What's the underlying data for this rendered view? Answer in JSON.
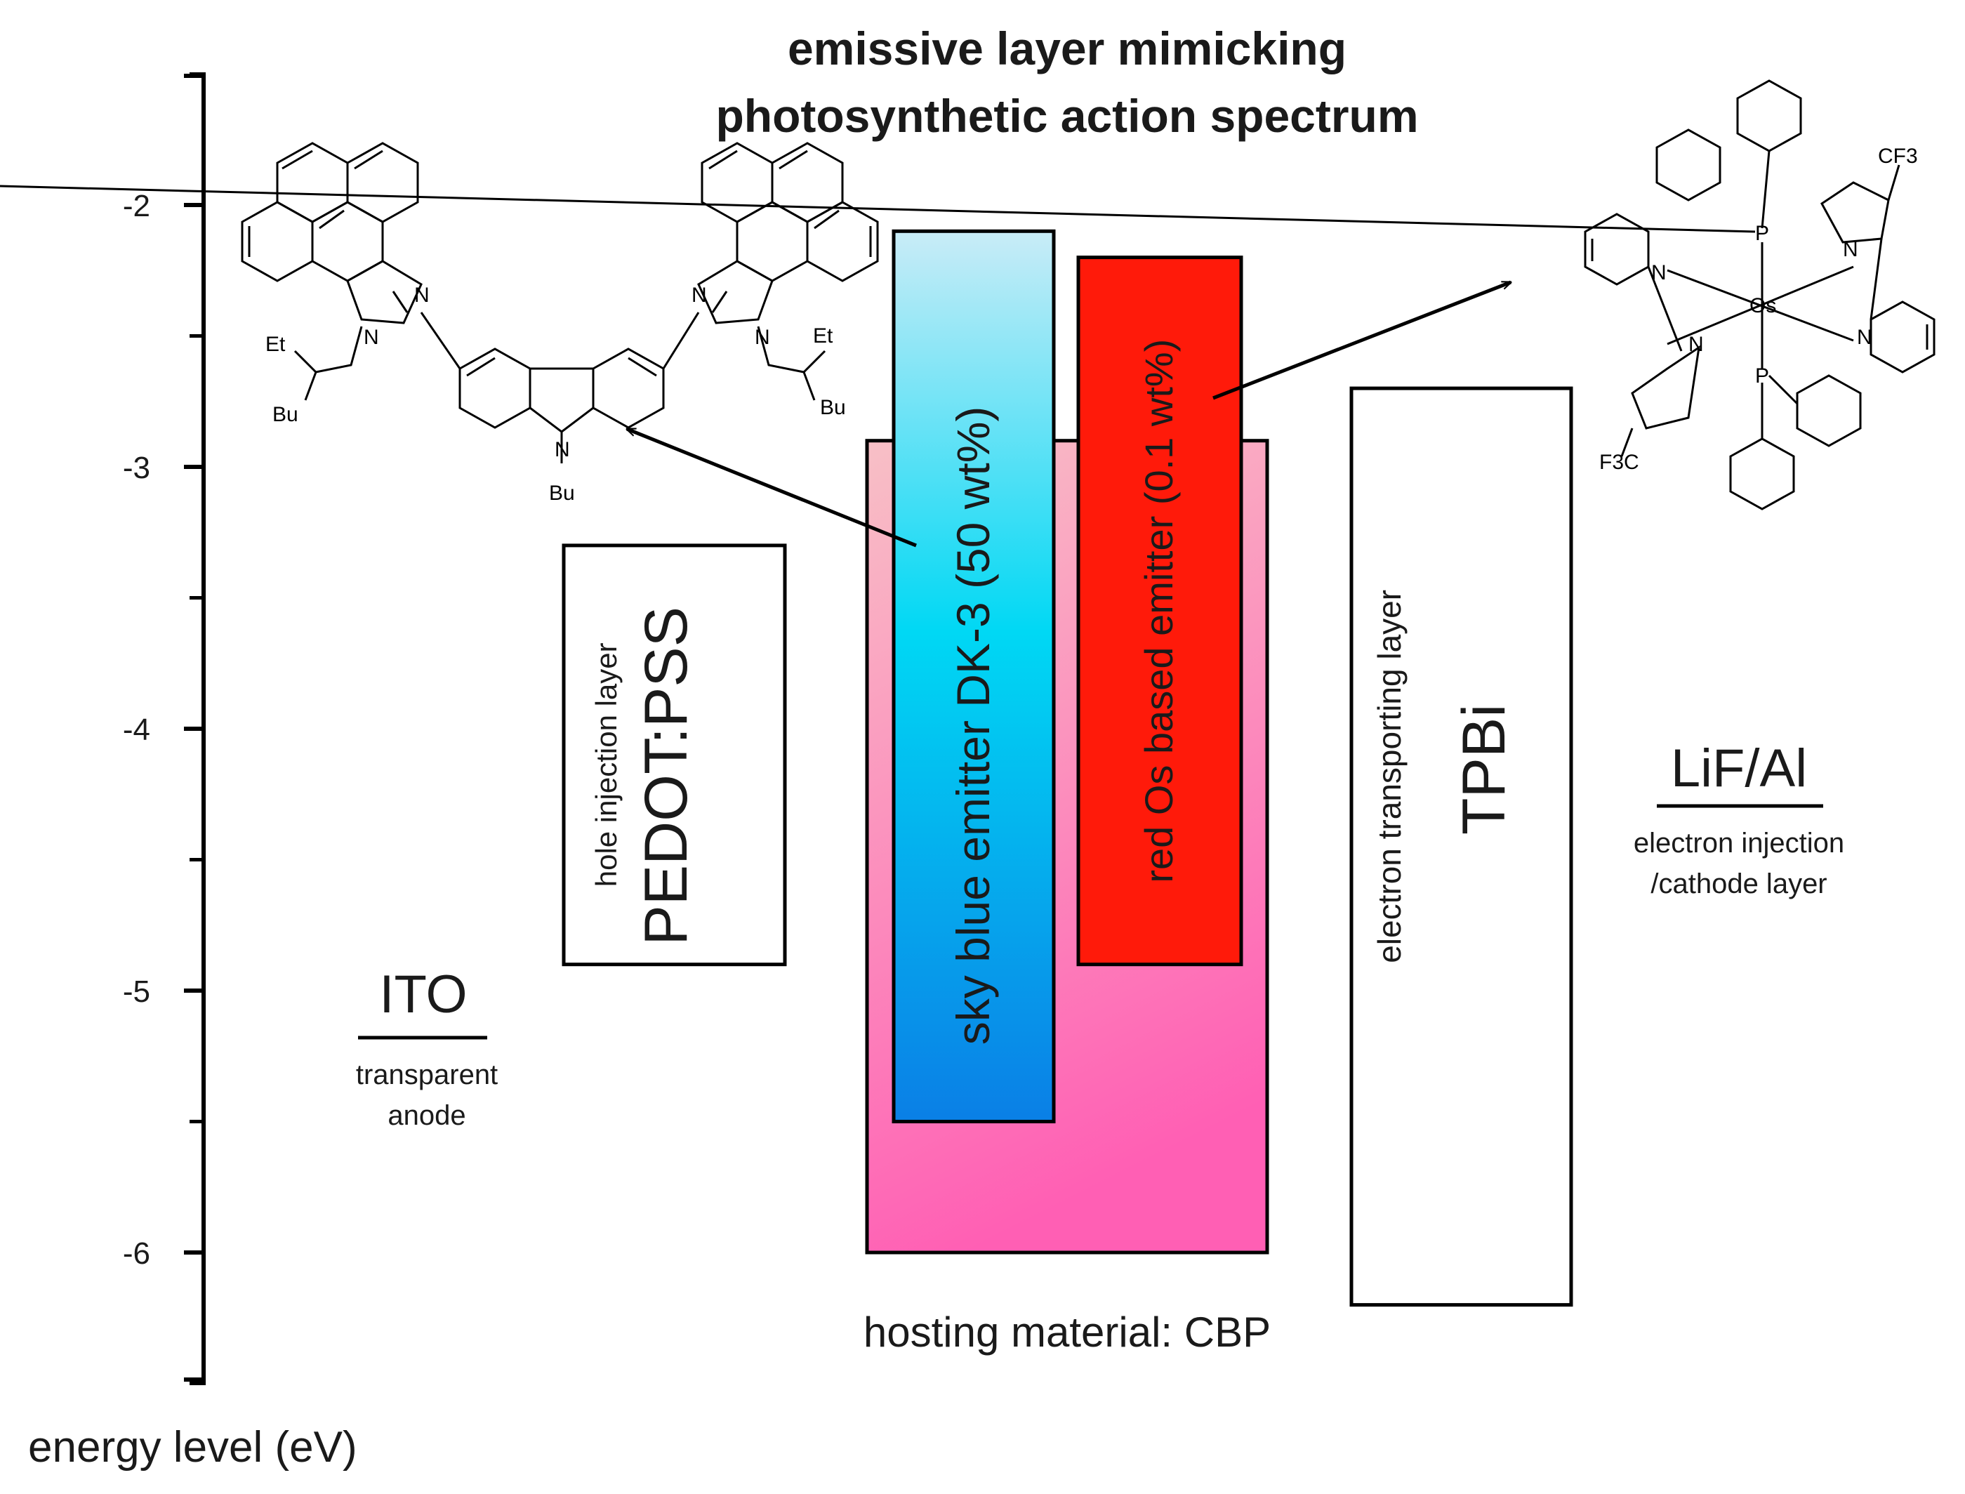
{
  "title": {
    "line1": "emissive layer mimicking",
    "line2": "photosynthetic action spectrum"
  },
  "axis": {
    "label": "energy level (eV)",
    "ticks": [
      "-2",
      "-3",
      "-4",
      "-5",
      "-6"
    ]
  },
  "ito": {
    "name": "ITO",
    "desc_line1": "transparent",
    "desc_line2": "anode"
  },
  "hil": {
    "name": "PEDOT:PSS",
    "desc": "hole injection layer",
    "lumo": -3.3,
    "homo": -4.9
  },
  "host": {
    "caption": "hosting material: CBP",
    "lumo": -2.9,
    "homo": -6.0,
    "gradient_top": "#f8c0c6",
    "gradient_bottom": "#ff5fb4"
  },
  "blue_emitter": {
    "label": "sky blue emitter DK-3 (50 wt%)",
    "lumo": -2.1,
    "homo": -5.5,
    "gradient_top": "#c9ecf7",
    "gradient_mid": "#00d8f4",
    "gradient_bottom": "#0a7fe6"
  },
  "red_emitter": {
    "label": "red Os based emitter (0.1 wt%)",
    "lumo": -2.2,
    "homo": -4.9,
    "color": "#ff1a0a"
  },
  "etl": {
    "name": "TPBi",
    "desc": "electron transporting layer",
    "lumo": -2.7,
    "homo": -6.2
  },
  "cathode": {
    "name": "LiF/Al",
    "desc_line1": "electron injection",
    "desc_line2": "/cathode layer"
  },
  "dk3_structure": {
    "substituents": [
      "Et",
      "Bu",
      "N",
      "N",
      "Bu",
      "Et",
      "Bu",
      "N",
      "N",
      "N"
    ]
  },
  "os_complex": {
    "labels": {
      "os": "Os",
      "p": "P",
      "n": "N",
      "cf3_top": "CF3",
      "cf3_bottom": "F3C"
    }
  }
}
